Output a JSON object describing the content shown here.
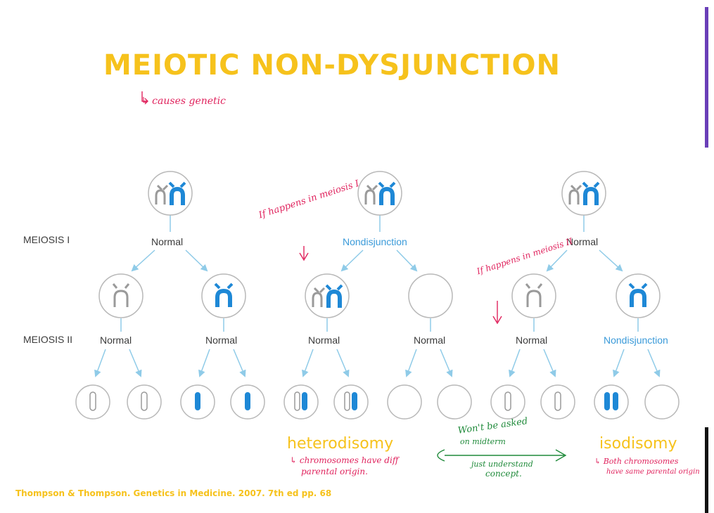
{
  "title": "MEIOTIC NON-DYSJUNCTION",
  "stages": {
    "meiosis1": "MEIOSIS I",
    "meiosis2": "MEIOSIS II"
  },
  "meiosis1_labels": [
    "Normal",
    "Nondisjunction",
    "Normal"
  ],
  "meiosis2_labels": [
    "Normal",
    "Normal",
    "Normal",
    "Normal",
    "Normal",
    "Nondisjunction"
  ],
  "results": {
    "heterodisomy": "heterodisomy",
    "isodisomy": "isodisomy"
  },
  "citation": "Thompson & Thompson. Genetics in Medicine. 2007. 7th ed pp. 68",
  "annotations": {
    "causes": "↳ causes genetic",
    "if_meiosis1": "If happens in meiosis I",
    "if_meiosis2": "If happens in meiosis II",
    "hetero_note_1": "↳ chromosomes have diff",
    "hetero_note_2": "parental origin.",
    "want_1": "Won't be asked",
    "want_2": "on midterm",
    "want_3": "just understand",
    "want_4": "concept.",
    "iso_note_1": "↳ Both chromosomes",
    "iso_note_2": "have same parental origin"
  },
  "colors": {
    "title": "#f6c21c",
    "chromosome_blue": "#1e88d6",
    "chromosome_gray": "#ffffff",
    "arrow": "#8fcbe8",
    "ink_red": "#e0245e",
    "ink_green": "#1f8a3a"
  }
}
